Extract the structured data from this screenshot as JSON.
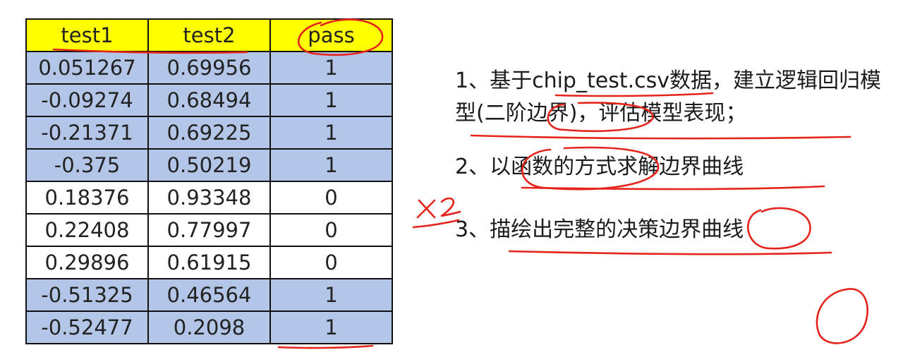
{
  "table": {
    "headers": [
      "test1",
      "test2",
      "pass"
    ],
    "rows": [
      {
        "test1": "0.051267",
        "test2": "0.69956",
        "pass": "1"
      },
      {
        "test1": "-0.09274",
        "test2": "0.68494",
        "pass": "1"
      },
      {
        "test1": "-0.21371",
        "test2": "0.69225",
        "pass": "1"
      },
      {
        "test1": "-0.375",
        "test2": "0.50219",
        "pass": "1"
      },
      {
        "test1": "0.18376",
        "test2": "0.93348",
        "pass": "0"
      },
      {
        "test1": "0.22408",
        "test2": "0.77997",
        "pass": "0"
      },
      {
        "test1": "0.29896",
        "test2": "0.61915",
        "pass": "0"
      },
      {
        "test1": "-0.51325",
        "test2": "0.46564",
        "pass": "1"
      },
      {
        "test1": "-0.52477",
        "test2": "0.2098",
        "pass": "1"
      }
    ],
    "header_color": "#ffff00",
    "pass_row_color": "#b4c6e7"
  },
  "instructions": {
    "item1": "1、基于chip_test.csv数据，建立逻辑回归模型(二阶边界)，评估模型表现；",
    "item2": "2、以函数的方式求解边界曲线",
    "item3": "3、描绘出完整的决策边界曲线"
  },
  "annotations": {
    "handwritten_note": "x2",
    "ink_color": "#e5231b"
  }
}
